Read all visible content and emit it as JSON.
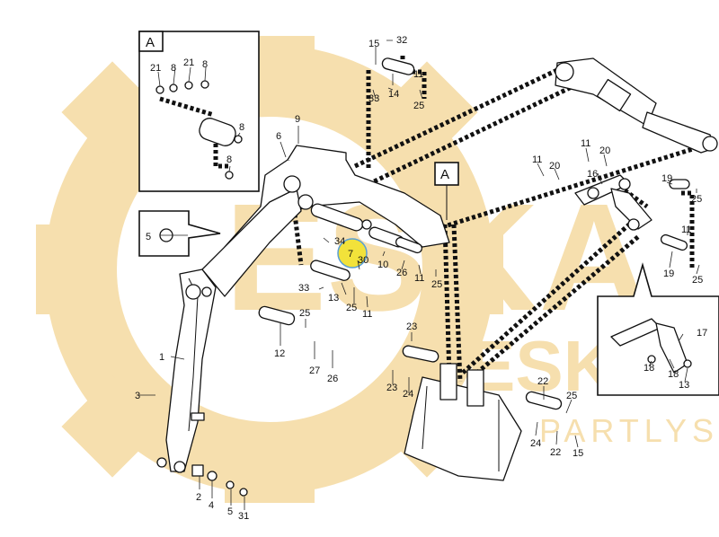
{
  "watermark": {
    "color": "#f6dfae",
    "primary_text": "ESKA",
    "secondary_text": "ESKA",
    "tagline": "PARTLYS"
  },
  "highlight": {
    "color": "#f2e23a",
    "ring_color": "#5a9fd4",
    "part": "7"
  },
  "callouts": {
    "view_a_inset": "A",
    "view_a_main": "A"
  },
  "labels": {
    "inset_21a": "21",
    "inset_8a": "8",
    "inset_21b": "21",
    "inset_8b": "8",
    "inset_8c": "8",
    "inset_8d": "8",
    "p15": "15",
    "p32": "32",
    "p11_top": "11",
    "p14": "14",
    "p33_top": "33",
    "p25_top": "25",
    "p9": "9",
    "p6": "6",
    "p5": "5",
    "p34": "34",
    "p7": "7",
    "p30": "30",
    "p10": "10",
    "p26_mid": "26",
    "p11_mid": "11",
    "p25_mid": "25",
    "p33_mid": "33",
    "p13": "13",
    "p25_mid2": "25",
    "p11_mid2": "11",
    "p25_low": "25",
    "p12": "12",
    "p27": "27",
    "p26_low": "26",
    "p1": "1",
    "p3": "3",
    "p2": "2",
    "p4": "4",
    "p5_bot": "5",
    "p31": "31",
    "p23a": "23",
    "p23b": "23",
    "p24a": "24",
    "p22a": "22",
    "p25_b": "25",
    "p24b": "24",
    "p22b": "22",
    "p15_b": "15",
    "p11_r1": "11",
    "p20_r1": "20",
    "p11_r2": "11",
    "p20_r2": "20",
    "p16": "16",
    "p19_r1": "19",
    "p25_r1": "25",
    "p11_r3": "11",
    "p19_r2": "19",
    "p25_r2": "25",
    "p17": "17",
    "p18a": "18",
    "p13_r": "13",
    "p18b": "18"
  }
}
